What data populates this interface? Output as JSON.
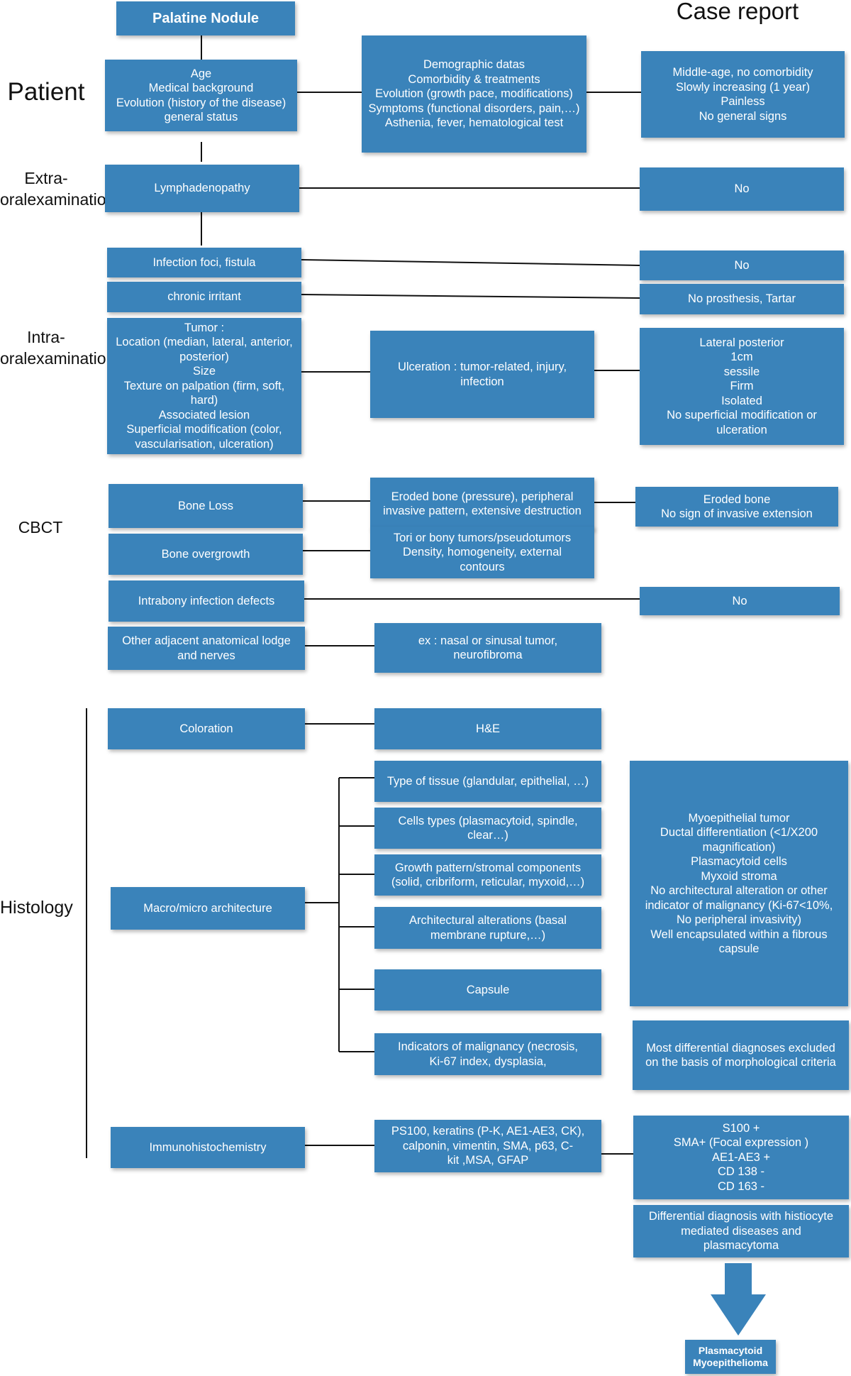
{
  "title": "Palatine Nodule",
  "case_report_heading": "Case report",
  "section_labels": {
    "patient": "Patient",
    "extra_oral": [
      "Extra-oral",
      "examination"
    ],
    "intra_oral": [
      "Intra-oral",
      "examination"
    ],
    "cbct": "CBCT",
    "histology": "Histology"
  },
  "patient": {
    "criteria": [
      "Age",
      "Medical background",
      "Evolution (history of the disease)",
      "general status"
    ],
    "details": [
      "Demographic datas",
      "Comorbidity & treatments",
      "Evolution (growth pace, modifications)",
      "Symptoms (functional disorders, pain,…)",
      "Asthenia, fever, hematological test"
    ],
    "case": [
      "Middle-age, no comorbidity",
      "Slowly increasing (1 year)",
      "Painless",
      "No general  signs"
    ]
  },
  "extra_oral": {
    "criteria": [
      "Lymphadenopathy"
    ],
    "case": [
      "No"
    ]
  },
  "intra_oral": {
    "infection": {
      "criteria": [
        "Infection foci, fistula"
      ],
      "case": [
        "No"
      ]
    },
    "irritant": {
      "criteria": [
        "chronic irritant"
      ],
      "case": [
        "No prosthesis, Tartar"
      ]
    },
    "tumor": {
      "criteria": [
        "Tumor :",
        "Location (median, lateral, anterior,",
        "posterior)",
        "Size",
        "Texture on palpation (firm, soft, hard)",
        "Associated lesion",
        "Superficial modification (color,",
        "vascularisation, ulceration)"
      ],
      "details": [
        "Ulceration :  tumor-related, injury,",
        "infection"
      ],
      "case": [
        "Lateral posterior",
        "1cm",
        "sessile",
        "Firm",
        "Isolated",
        "No superficial modification or",
        "ulceration"
      ]
    }
  },
  "cbct": {
    "bone_loss": {
      "criteria": [
        "Bone Loss"
      ],
      "details": [
        "Eroded bone (pressure), peripheral",
        "invasive pattern, extensive destruction"
      ],
      "case": [
        "Eroded bone",
        "No sign of invasive extension"
      ]
    },
    "bone_overgrowth": {
      "criteria": [
        "Bone overgrowth"
      ],
      "details": [
        "Tori or bony tumors/pseudotumors",
        "Density, homogeneity, external",
        "contours"
      ]
    },
    "intrabony": {
      "criteria": [
        "Intrabony infection defects"
      ],
      "case": [
        "No"
      ]
    },
    "adjacent": {
      "criteria": [
        "Other adjacent anatomical lodge",
        "and nerves"
      ],
      "details": [
        "ex : nasal or sinusal tumor,",
        "neurofibroma"
      ]
    }
  },
  "histology": {
    "coloration": {
      "criteria": [
        "Coloration"
      ],
      "details": [
        "H&E"
      ]
    },
    "architecture": {
      "criteria": [
        "Macro/micro architecture"
      ],
      "items": [
        [
          "Type of tissue (glandular, epithelial, …)"
        ],
        [
          "Cells types (plasmacytoid, spindle,",
          "clear…)"
        ],
        [
          "Growth pattern/stromal components",
          "(solid, cribriform, reticular, myxoid,…)"
        ],
        [
          "Architectural alterations (basal",
          "membrane rupture,…)"
        ],
        [
          "Capsule"
        ],
        [
          "Indicators of malignancy (necrosis,",
          "Ki-67 index, dysplasia,"
        ]
      ],
      "case": [
        "Myoepithelial tumor",
        "Ductal differentiation (<1/X200",
        "magnification)",
        "Plasmacytoid cells",
        "Myxoid stroma",
        "No architectural alteration or other",
        "indicator of malignancy (Ki-67<10%,",
        "No peripheral invasivity)",
        "Well encapsulated within a fibrous",
        "capsule"
      ],
      "case_note": [
        "Most differential diagnoses excluded",
        "on the basis of morphological criteria"
      ]
    },
    "ihc": {
      "criteria": [
        "Immunohistochemistry"
      ],
      "details": [
        "PS100, keratins (P-K, AE1-AE3, CK),",
        "calponin, vimentin, SMA, p63, C-",
        "kit ,MSA, GFAP"
      ],
      "case": [
        "S100 +",
        "SMA+ (Focal expression )",
        "AE1-AE3 +",
        "CD 138 -",
        "CD 163 -"
      ],
      "case_note": [
        "Differential diagnosis with histiocyte",
        "mediated diseases and",
        "plasmacytoma"
      ]
    }
  },
  "conclusion": [
    "Plasmacytoid",
    "Myoepithelioma"
  ],
  "colors": {
    "box": "#3a83ba",
    "arrow": "#3a83ba",
    "line": "#111111",
    "text": "#ffffff"
  }
}
